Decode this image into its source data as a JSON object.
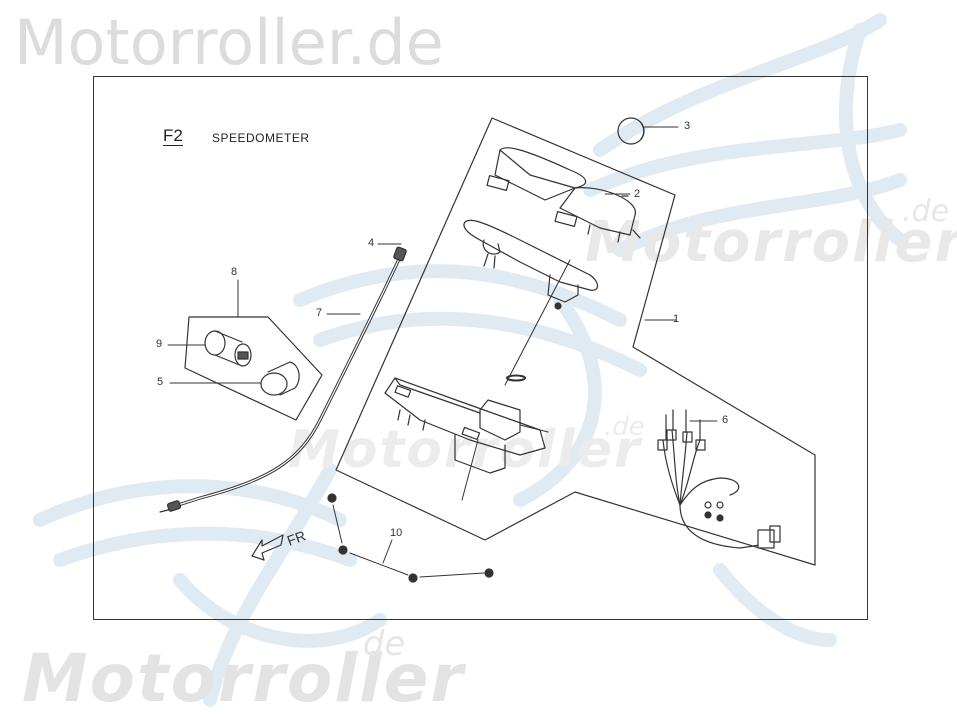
{
  "watermark": {
    "top_text": "Motorroller.de",
    "logo_text": "Motorroller",
    "logo_suffix": ".de"
  },
  "diagram": {
    "section_code": "F2",
    "section_title": "SPEEDOMETER",
    "direction_label": "FR",
    "callouts": [
      {
        "id": "1",
        "label": "1",
        "part": "speedometer-assembly"
      },
      {
        "id": "2",
        "label": "2",
        "part": "meter-cover"
      },
      {
        "id": "3",
        "label": "3",
        "part": "round-lens"
      },
      {
        "id": "4",
        "label": "4",
        "part": "cable-top-nut"
      },
      {
        "id": "5",
        "label": "5",
        "part": "socket-cap"
      },
      {
        "id": "6",
        "label": "6",
        "part": "wire-harness"
      },
      {
        "id": "7",
        "label": "7",
        "part": "speedometer-cable"
      },
      {
        "id": "8",
        "label": "8",
        "part": "bulb-socket-set"
      },
      {
        "id": "9",
        "label": "9",
        "part": "bulb"
      },
      {
        "id": "10",
        "label": "10",
        "part": "screws"
      }
    ]
  },
  "colors": {
    "line": "#333333",
    "watermark_gray": "#dcdcdc",
    "watermark_blue": "#d6e4f0"
  }
}
